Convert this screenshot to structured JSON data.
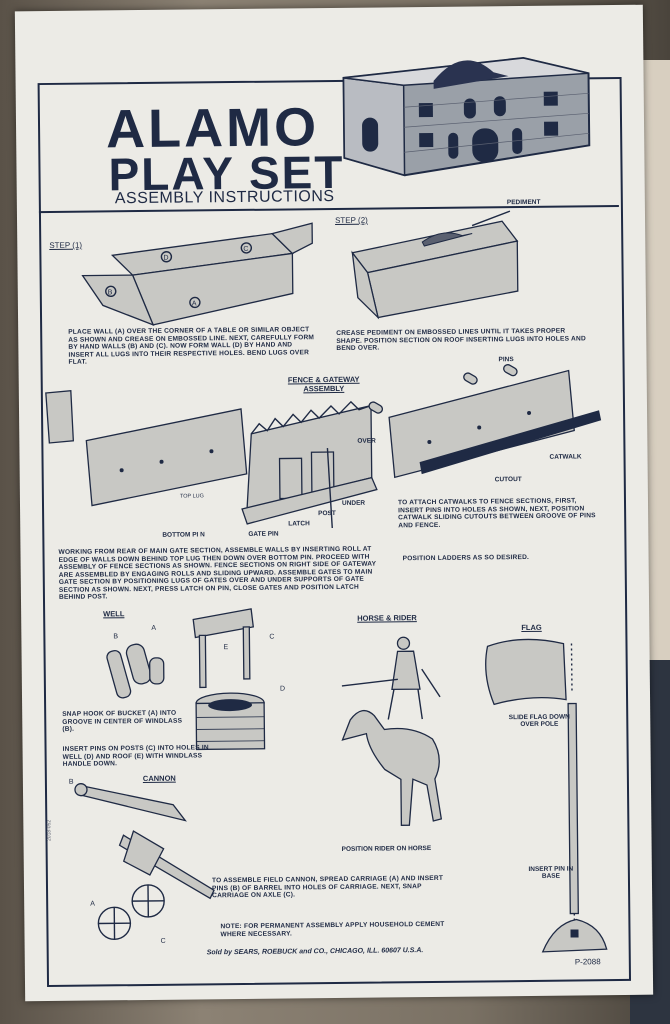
{
  "header": {
    "title_line1": "ALAMO",
    "title_line2": "PLAY SET",
    "subtitle": "ASSEMBLY INSTRUCTIONS"
  },
  "step1": {
    "label": "STEP (1)",
    "instructions": "PLACE WALL (A) OVER THE CORNER OF A TABLE OR SIMILAR OBJECT AS SHOWN AND CREASE ON EMBOSSED LINE. NEXT, CAREFULLY FORM BY HAND WALLS (B) AND (C). NOW FORM WALL (D) BY HAND AND INSERT ALL LUGS INTO THEIR RESPECTIVE HOLES. BEND LUGS OVER FLAT.",
    "callouts": [
      "D",
      "C",
      "B",
      "A"
    ]
  },
  "step2": {
    "label": "STEP (2)",
    "pediment_label": "PEDIMENT",
    "instructions": "CREASE PEDIMENT ON EMBOSSED LINES UNTIL IT TAKES PROPER SHAPE. POSITION SECTION ON ROOF INSERTING LUGS INTO HOLES AND BEND OVER."
  },
  "fence": {
    "heading": "FENCE & GATEWAY ASSEMBLY",
    "labels": {
      "over": "OVER",
      "top_lug": "TOP LUG",
      "bottom_pin": "BOTTOM PI N",
      "gate_pin": "GATE PIN",
      "latch": "LATCH",
      "post": "POST",
      "under": "UNDER"
    },
    "instructions": "WORKING FROM REAR OF MAIN GATE SECTION, ASSEMBLE WALLS BY INSERTING ROLL AT EDGE OF WALLS DOWN BEHIND TOP LUG THEN DOWN OVER BOTTOM PIN. PROCEED WITH ASSEMBLY OF FENCE SECTIONS AS SHOWN. FENCE SECTIONS ON RIGHT SIDE OF GATEWAY ARE ASSEMBLED BY ENGAGING ROLLS AND SLIDING UPWARD. ASSEMBLE GATES TO MAIN GATE SECTION BY POSITIONING LUGS OF GATES OVER AND UNDER SUPPORTS OF GATE SECTION AS SHOWN. NEXT, PRESS LATCH ON PIN, CLOSE GATES AND POSITION LATCH BEHIND POST."
  },
  "catwalk": {
    "pins_label": "PINS",
    "cutout_label": "CUTOUT",
    "catwalk_label": "CATWALK",
    "instructions": "TO ATTACH CATWALKS TO FENCE SECTIONS, FIRST, INSERT PINS INTO HOLES AS SHOWN, NEXT, POSITION CATWALK SLIDING CUTOUTS BETWEEN GROOVE OF PINS AND FENCE.",
    "ladders": "POSITION LADDERS AS SO DESIRED."
  },
  "well": {
    "heading": "WELL",
    "callouts": [
      "B",
      "A",
      "E",
      "C",
      "D"
    ],
    "instructions1": "SNAP HOOK OF BUCKET (A) INTO GROOVE IN CENTER OF WINDLASS (B).",
    "instructions2": "INSERT PINS ON POSTS (C) INTO HOLES IN WELL (D) AND ROOF (E) WITH WINDLASS HANDLE DOWN."
  },
  "horse": {
    "heading": "HORSE & RIDER",
    "instructions": "POSITION RIDER ON HORSE"
  },
  "flag": {
    "heading": "FLAG",
    "instructions": "SLIDE FLAG DOWN OVER POLE",
    "pin_instructions": "INSERT PIN IN BASE"
  },
  "cannon": {
    "heading": "CANNON",
    "callouts": [
      "B",
      "A",
      "C"
    ],
    "instructions": "TO ASSEMBLE FIELD CANNON, SPREAD CARRIAGE (A) AND INSERT PINS (B) OF BARREL INTO HOLES OF CARRIAGE. NEXT, SNAP CARRIAGE ON AXLE (C).",
    "side_code": "2018-052"
  },
  "footer": {
    "note": "NOTE: FOR PERMANENT ASSEMBLY APPLY HOUSEHOLD CEMENT WHERE NECESSARY.",
    "seller": "Sold by SEARS, ROEBUCK and CO., CHICAGO, ILL. 60607 U.S.A.",
    "part_number": "P-2088"
  },
  "colors": {
    "ink": "#1f2a44",
    "paper": "#ecebe6"
  }
}
